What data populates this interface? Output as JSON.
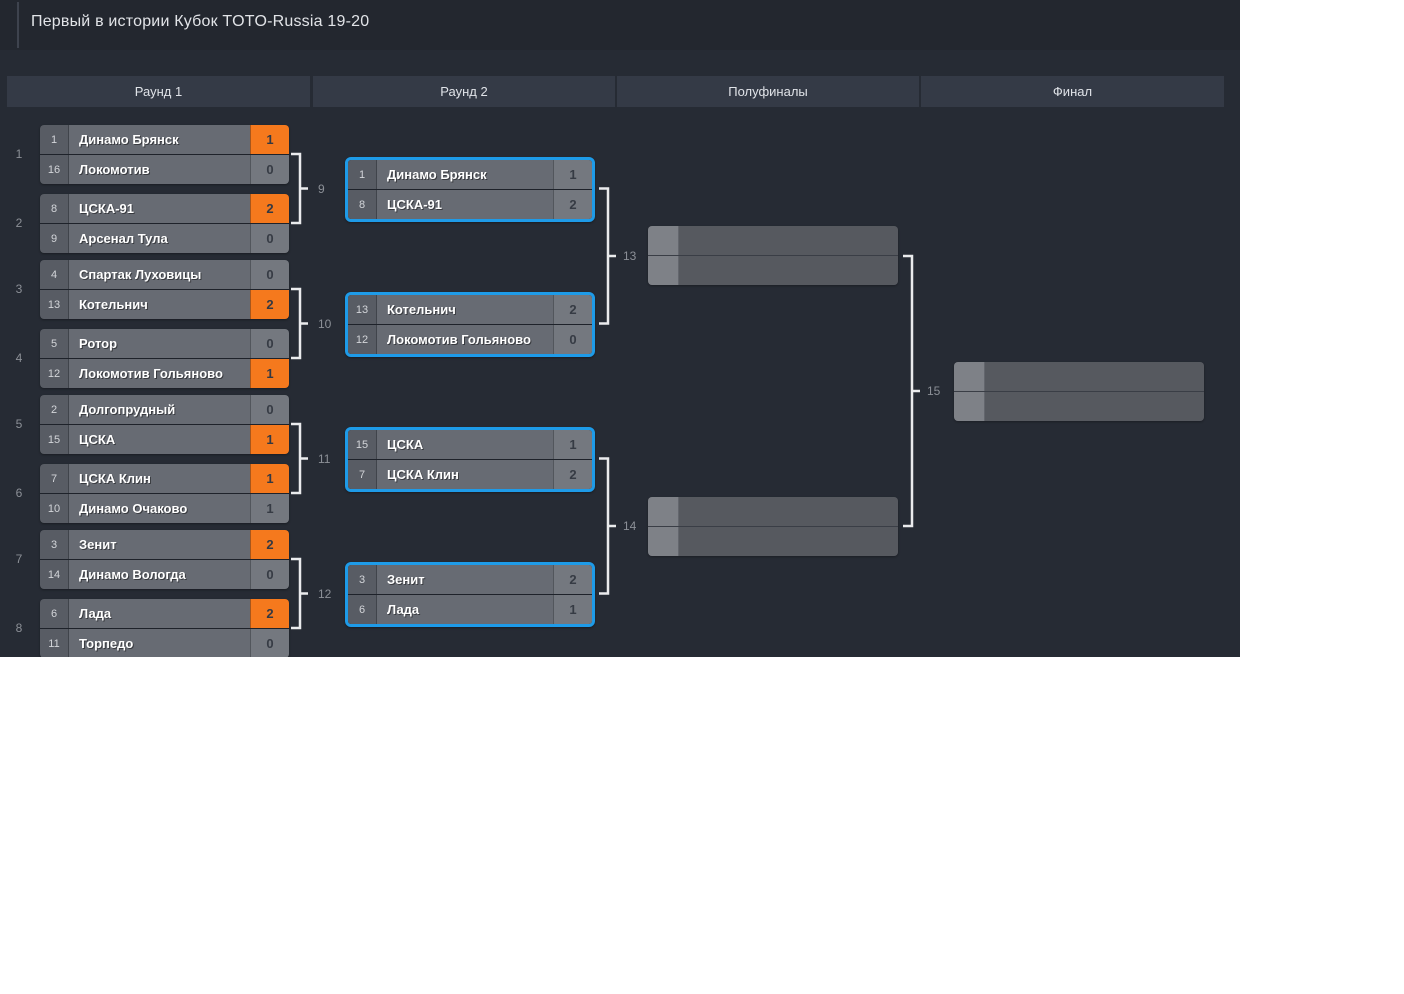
{
  "title": "Первый в  истории Кубок TOTO-Russia 19-20",
  "rounds": [
    {
      "label": "Раунд 1"
    },
    {
      "label": "Раунд 2"
    },
    {
      "label": "Полуфиналы"
    },
    {
      "label": "Финал"
    }
  ],
  "round1": [
    {
      "number": "1",
      "top": {
        "seed": "1",
        "name": "Динамо Брянск",
        "score": "1",
        "winner": true
      },
      "bottom": {
        "seed": "16",
        "name": "Локомотив",
        "score": "0",
        "winner": false
      }
    },
    {
      "number": "2",
      "top": {
        "seed": "8",
        "name": "ЦСКА-91",
        "score": "2",
        "winner": true
      },
      "bottom": {
        "seed": "9",
        "name": "Арсенал Тула",
        "score": "0",
        "winner": false
      }
    },
    {
      "number": "3",
      "top": {
        "seed": "4",
        "name": "Спартак Луховицы",
        "score": "0",
        "winner": false
      },
      "bottom": {
        "seed": "13",
        "name": "Котельнич",
        "score": "2",
        "winner": true
      }
    },
    {
      "number": "4",
      "top": {
        "seed": "5",
        "name": "Ротор",
        "score": "0",
        "winner": false
      },
      "bottom": {
        "seed": "12",
        "name": "Локомотив Гольяново",
        "score": "1",
        "winner": true
      }
    },
    {
      "number": "5",
      "top": {
        "seed": "2",
        "name": "Долгопрудный",
        "score": "0",
        "winner": false
      },
      "bottom": {
        "seed": "15",
        "name": "ЦСКА",
        "score": "1",
        "winner": true
      }
    },
    {
      "number": "6",
      "top": {
        "seed": "7",
        "name": "ЦСКА Клин",
        "score": "1",
        "winner": true
      },
      "bottom": {
        "seed": "10",
        "name": "Динамо Очаково",
        "score": "1",
        "winner": false
      }
    },
    {
      "number": "7",
      "top": {
        "seed": "3",
        "name": "Зенит",
        "score": "2",
        "winner": true
      },
      "bottom": {
        "seed": "14",
        "name": "Динамо Вологда",
        "score": "0",
        "winner": false
      }
    },
    {
      "number": "8",
      "top": {
        "seed": "6",
        "name": "Лада",
        "score": "2",
        "winner": true
      },
      "bottom": {
        "seed": "11",
        "name": "Торпедо",
        "score": "0",
        "winner": false
      }
    }
  ],
  "round2": [
    {
      "number": "9",
      "top": {
        "seed": "1",
        "name": "Динамо Брянск",
        "score": "1"
      },
      "bottom": {
        "seed": "8",
        "name": "ЦСКА-91",
        "score": "2"
      }
    },
    {
      "number": "10",
      "top": {
        "seed": "13",
        "name": "Котельнич",
        "score": "2"
      },
      "bottom": {
        "seed": "12",
        "name": "Локомотив Гольяново",
        "score": "0"
      }
    },
    {
      "number": "11",
      "top": {
        "seed": "15",
        "name": "ЦСКА",
        "score": "1"
      },
      "bottom": {
        "seed": "7",
        "name": "ЦСКА Клин",
        "score": "2"
      }
    },
    {
      "number": "12",
      "top": {
        "seed": "3",
        "name": "Зенит",
        "score": "2"
      },
      "bottom": {
        "seed": "6",
        "name": "Лада",
        "score": "1"
      }
    }
  ],
  "semifinals": [
    {
      "number": "13"
    },
    {
      "number": "14"
    }
  ],
  "final": {
    "number": "15"
  },
  "colors": {
    "panel_bg": "#262B34",
    "header_bg": "#343A46",
    "winner_orange": "#F5791D",
    "highlight_blue": "#1E9BE8",
    "row_bg": "#676B73",
    "connector": "#EAEBED"
  }
}
